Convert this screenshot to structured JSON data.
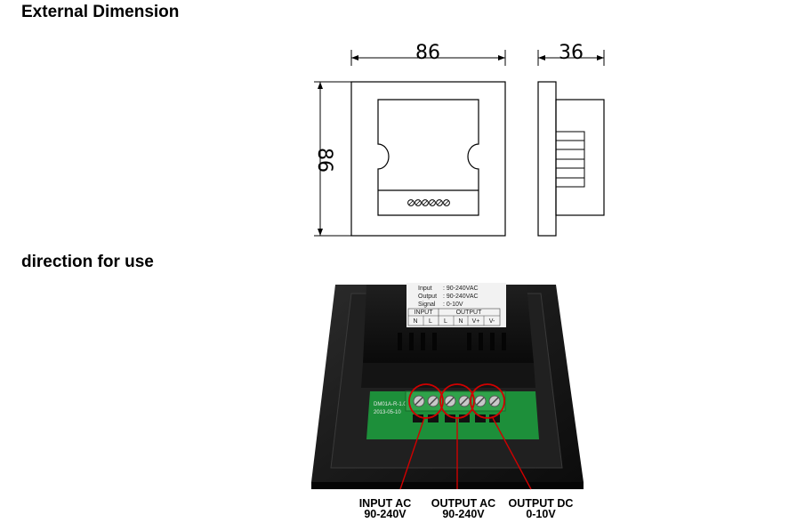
{
  "headings": {
    "external_dimension": "External Dimension",
    "direction": "direction for use"
  },
  "dimensions": {
    "width": "86",
    "height": "86",
    "depth": "36"
  },
  "product_label": {
    "line1_key": "Input",
    "line1_val": ": 90-240VAC",
    "line2_key": "Output",
    "line2_val": ": 90-240VAC",
    "line3_key": "Signal",
    "line3_val": ": 0-10V",
    "input_header": "INPUT",
    "output_header": "OUTPUT",
    "terminals": [
      "N",
      "L",
      "L",
      "N",
      "V+",
      "V-"
    ]
  },
  "pcb_text": [
    "DM01A-R-1.0",
    "2013-05-10"
  ],
  "callouts": [
    {
      "line1": "INPUT AC",
      "line2": "90-240V"
    },
    {
      "line1": "OUTPUT AC",
      "line2": "90-240V"
    },
    {
      "line1": "OUTPUT DC",
      "line2": "0-10V"
    }
  ]
}
